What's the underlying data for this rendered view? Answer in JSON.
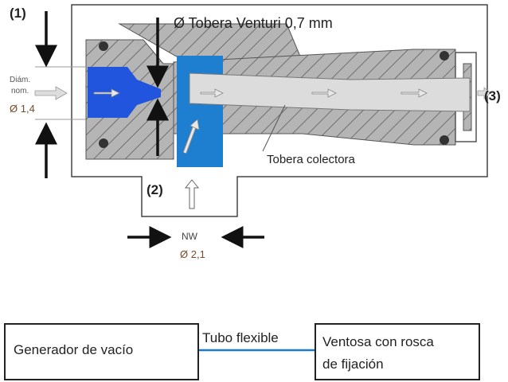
{
  "labels": {
    "port1": "(1)",
    "port2": "(2)",
    "port3": "(3)",
    "tobera_venturi": "Ø Tobera Venturi 0,7 mm",
    "tobera_colectora": "Tobera colectora",
    "diam_line1": "Diám.",
    "diam_line2": "nom.",
    "diam_value": "Ø 1,4",
    "nw": "NW",
    "nw_value": "Ø 2,1"
  },
  "chain": {
    "generator": "Generador de vacío",
    "hose": "Tubo flexible",
    "suction_line1": "Ventosa con rosca",
    "suction_line2": "de fijación"
  },
  "colors": {
    "inlet_blue": "#2255dd",
    "vacuum_blue": "#1e7fd0",
    "hatch_gray": "#9a9a9a",
    "collector_gray": "#d9d9d9",
    "hose_line": "#1f77c8"
  }
}
